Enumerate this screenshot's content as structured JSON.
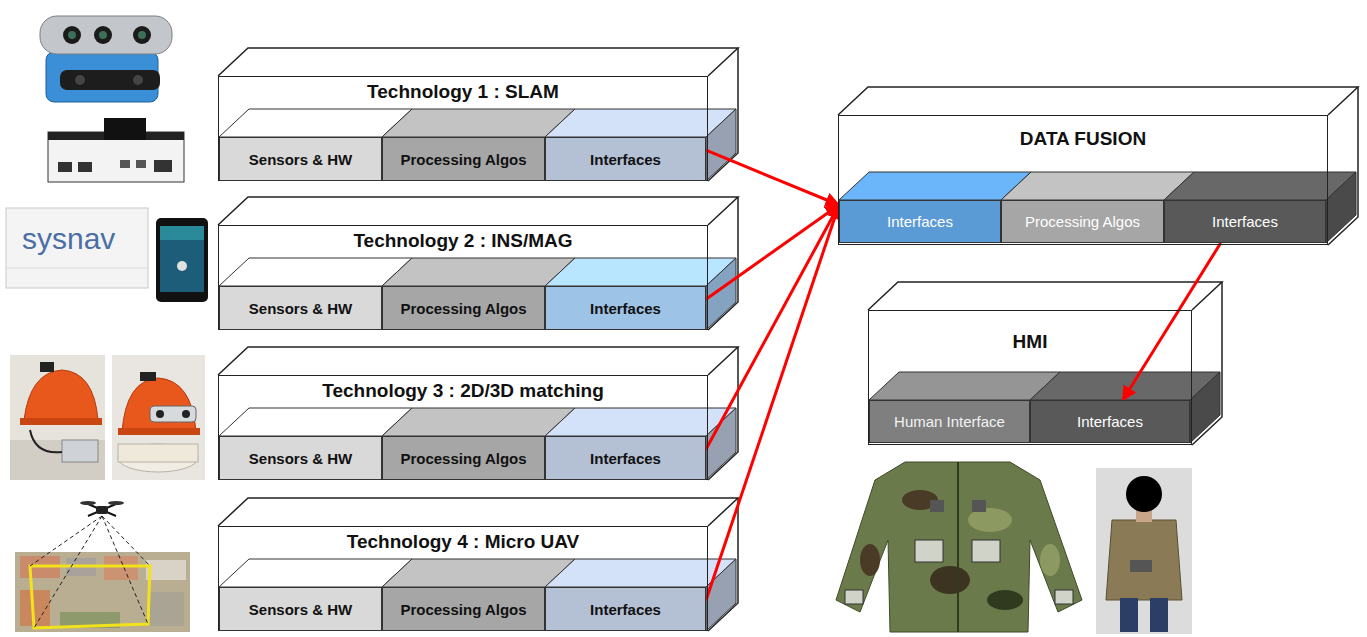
{
  "diagram": {
    "nodes": [
      {
        "text": [
          "Technology 1 : SLAM"
        ]
      },
      {
        "text": [
          "Sensors & HW"
        ],
        "in": 0
      },
      {
        "text": [
          "Processing Algos"
        ],
        "in": 0
      },
      {
        "text": [
          "Interfaces"
        ],
        "in": 0
      },
      {
        "text": [
          "Technology 2 : INS/MAG"
        ]
      },
      {
        "text": [
          "Sensors & HW"
        ],
        "in": 4
      },
      {
        "text": [
          "Processing Algos"
        ],
        "in": 4
      },
      {
        "text": [
          "Interfaces"
        ],
        "in": 4
      },
      {
        "text": [
          "Technology 3 : 2D/3D matching"
        ]
      },
      {
        "text": [
          "Sensors & HW"
        ],
        "in": 8
      },
      {
        "text": [
          "Processing Algos"
        ],
        "in": 8
      },
      {
        "text": [
          "Interfaces"
        ],
        "in": 8
      },
      {
        "text": [
          "Technology 4 : Micro UAV"
        ]
      },
      {
        "text": [
          "Sensors & HW"
        ],
        "in": 12
      },
      {
        "text": [
          "Processing Algos"
        ],
        "in": 12
      },
      {
        "text": [
          "Interfaces"
        ],
        "in": 12
      },
      {
        "text": [
          "DATA FUSION"
        ]
      },
      {
        "text": [
          "Interfaces"
        ],
        "in": 16
      },
      {
        "text": [
          "Processing Algos"
        ],
        "in": 16
      },
      {
        "text": [
          "Interfaces"
        ],
        "in": 16
      },
      {
        "text": [
          "HMI"
        ]
      },
      {
        "text": [
          "Human Interface"
        ],
        "in": 20
      },
      {
        "text": [
          "Interfaces"
        ],
        "in": 20
      }
    ],
    "edges": [
      {
        "from": 3,
        "to": 17,
        "arrow": "to"
      },
      {
        "from": 7,
        "to": 17,
        "arrow": "to"
      },
      {
        "from": 11,
        "to": 17,
        "arrow": "to"
      },
      {
        "from": 15,
        "to": 17,
        "arrow": "to"
      },
      {
        "from": 19,
        "to": 22,
        "arrow": "to"
      }
    ],
    "labels": [
      "sysnav"
    ]
  }
}
